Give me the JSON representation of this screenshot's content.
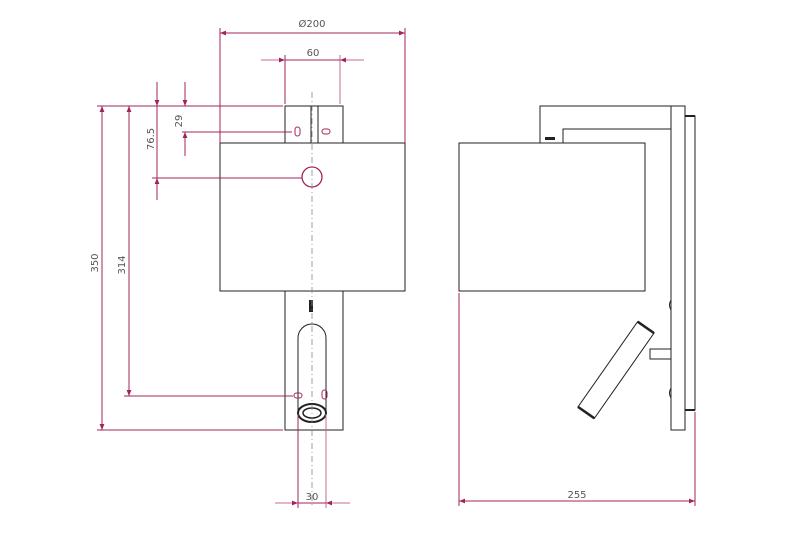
{
  "drawing": {
    "type": "technical-dimension-drawing",
    "views": [
      "front-view",
      "side-view"
    ],
    "colors": {
      "outline": "#222222",
      "dimension": "#a0245a",
      "dimension_text": "#555555",
      "background": "#ffffff"
    },
    "front_view": {
      "dimensions": {
        "shade_diameter": "Ø200",
        "backplate_width": "60",
        "top_offset_small": "29",
        "top_offset_large": "76.5",
        "total_height": "350",
        "reading_light_height": "314",
        "reading_light_width": "30"
      }
    },
    "side_view": {
      "dimensions": {
        "total_depth": "255"
      }
    }
  }
}
